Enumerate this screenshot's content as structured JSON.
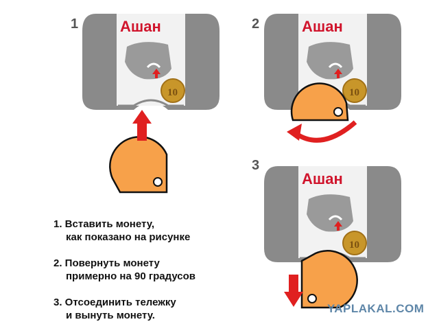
{
  "panels": [
    {
      "number": "1"
    },
    {
      "number": "2"
    },
    {
      "number": "3"
    }
  ],
  "brand": "Ашан",
  "coin_value": "10",
  "steps": [
    {
      "line1": "1. Вставить монету,",
      "line2": "как показано на рисунке"
    },
    {
      "line1": "2. Повернуть монету",
      "line2": "примерно на 90 градусов"
    },
    {
      "line1": "3. Отсоединить тележку",
      "line2": "и вынуть монету."
    }
  ],
  "watermark": "YAPLAKAL.COM",
  "colors": {
    "coin": "#f7a14a",
    "arrow": "#e02020",
    "lock": "#8a8a8a",
    "brand": "#d0142c"
  }
}
